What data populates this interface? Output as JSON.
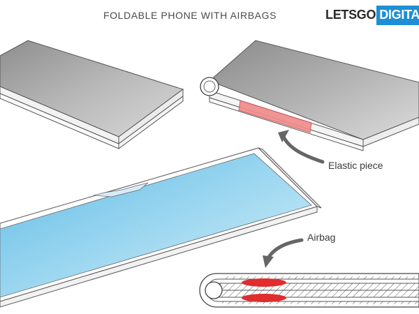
{
  "header": {
    "title": "FOLDABLE PHONE WITH AIRBAGS",
    "logo_left": "LETSGO",
    "logo_right": "DIGITAL"
  },
  "labels": {
    "elastic": "Elastic piece",
    "airbag": "Airbag"
  },
  "colors": {
    "phone_top": "#a9a9a9",
    "screen": "#8fd0ee",
    "elastic": "#f08a8a",
    "airbag": "#e02e2e",
    "logo_blue": "#1e8fd4"
  }
}
